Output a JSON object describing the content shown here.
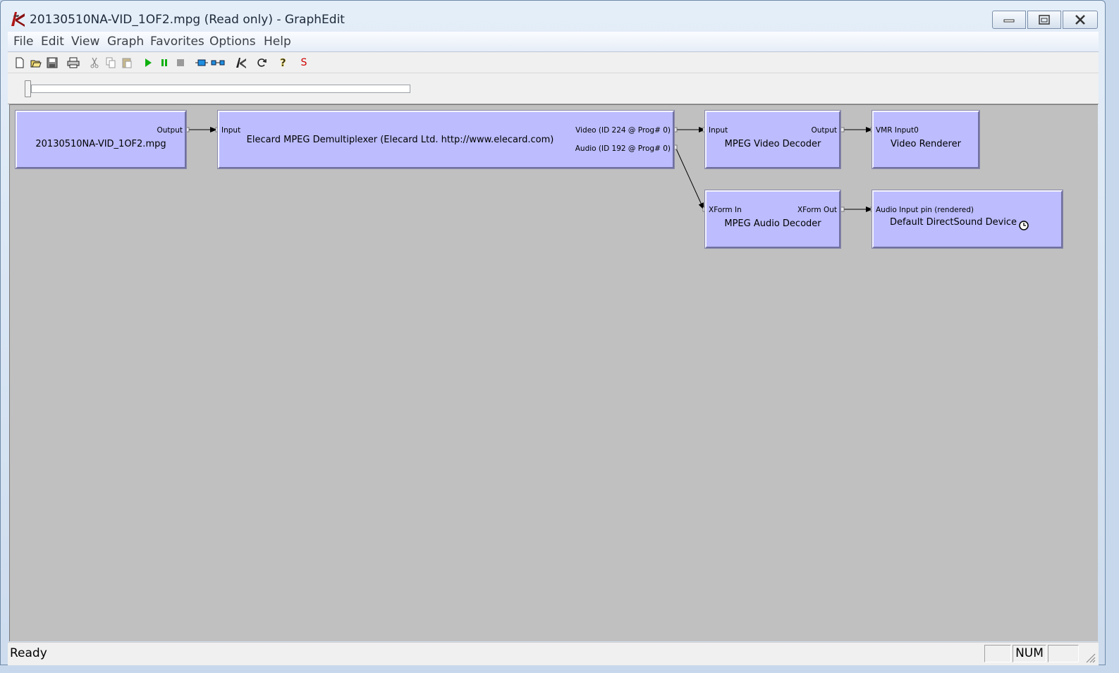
{
  "window": {
    "title": "20130510NA-VID_1OF2.mpg (Read only) - GraphEdit",
    "buttons": [
      "minimize-icon",
      "maximize-icon",
      "close-icon"
    ]
  },
  "menu": [
    "File",
    "Edit",
    "View",
    "Graph",
    "Favorites",
    "Options",
    "Help"
  ],
  "toolbar": {
    "icons": [
      "new-icon",
      "open-icon",
      "save-icon",
      "print-icon",
      "cut-icon",
      "copy-icon",
      "paste-icon",
      "play-icon",
      "pause-icon",
      "stop-icon",
      "insert-filter-icon",
      "connect-icon",
      "render-icon",
      "refresh-icon",
      "help-icon",
      "seek-s-icon"
    ],
    "s_label": "S"
  },
  "seek": {
    "position": 0
  },
  "filters": [
    {
      "name": "20130510NA-VID_1OF2.mpg",
      "outputs": [
        "Output"
      ],
      "inputs": []
    },
    {
      "name": "Elecard MPEG Demultiplexer (Elecard Ltd. http://www.elecard.com)",
      "inputs": [
        "Input"
      ],
      "outputs": [
        "Video (ID 224 @ Prog# 0)",
        "Audio (ID 192 @ Prog# 0)"
      ]
    },
    {
      "name": "MPEG Video Decoder",
      "inputs": [
        "Input"
      ],
      "outputs": [
        "Output"
      ]
    },
    {
      "name": "Video Renderer",
      "inputs": [
        "VMR Input0"
      ],
      "outputs": []
    },
    {
      "name": "MPEG Audio Decoder",
      "inputs": [
        "XForm In"
      ],
      "outputs": [
        "XForm Out"
      ]
    },
    {
      "name": "Default DirectSound Device",
      "inputs": [
        "Audio Input pin (rendered)"
      ],
      "outputs": [],
      "icon": "clock-icon"
    }
  ],
  "status": {
    "text": "Ready",
    "panes": [
      "",
      "NUM",
      ""
    ]
  },
  "colors": {
    "filter": "#bcbcff",
    "canvas": "#c0c0c0"
  }
}
